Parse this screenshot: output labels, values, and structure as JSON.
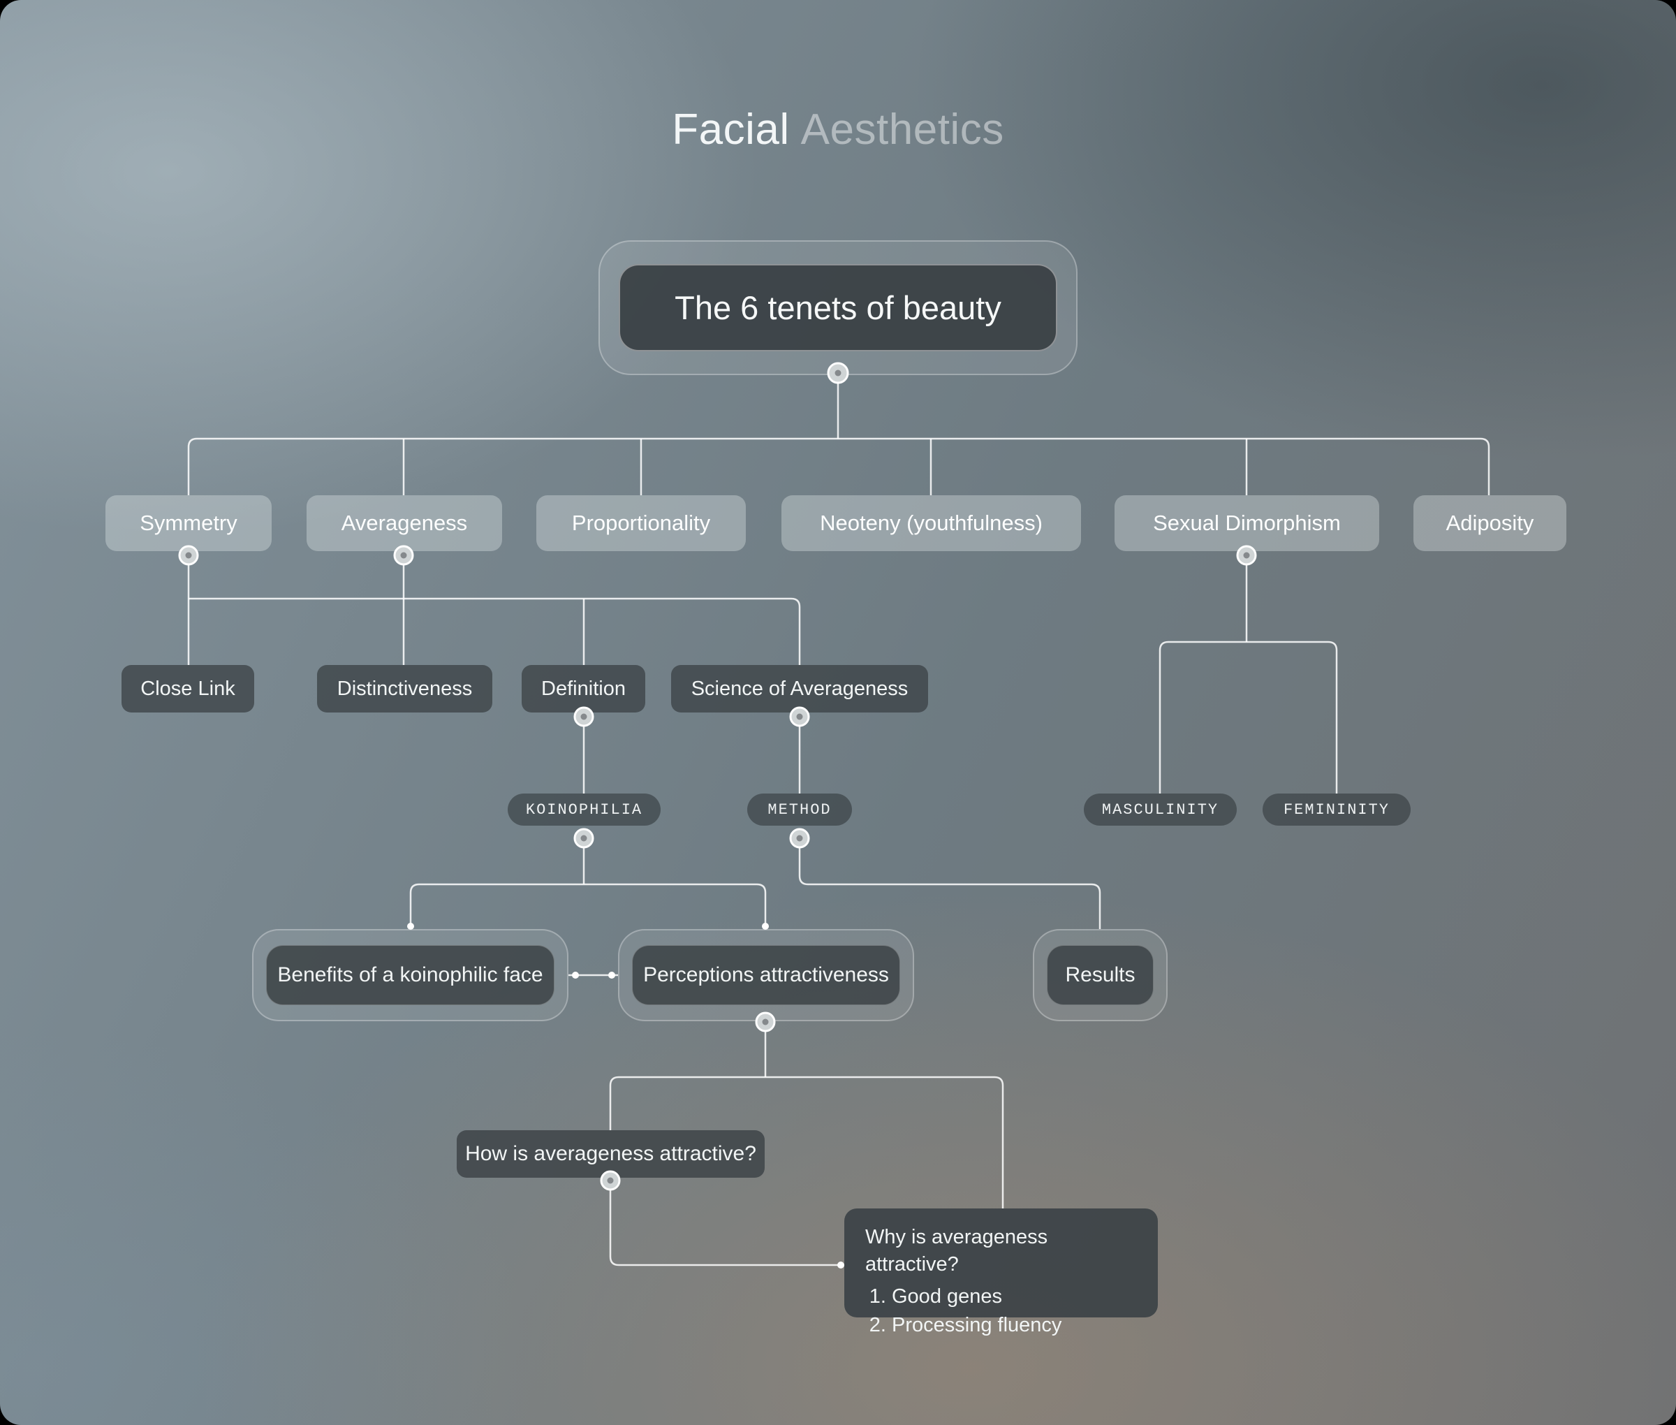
{
  "title": {
    "word1": "Facial",
    "word2": "Aesthetics"
  },
  "root": {
    "label": "The 6 tenets of beauty"
  },
  "tenets": [
    {
      "label": "Symmetry"
    },
    {
      "label": "Averageness"
    },
    {
      "label": "Proportionality"
    },
    {
      "label": "Neoteny (youthfulness)"
    },
    {
      "label": "Sexual Dimorphism"
    },
    {
      "label": "Adiposity"
    }
  ],
  "averageness_branch": [
    {
      "label": "Close Link"
    },
    {
      "label": "Distinctiveness"
    },
    {
      "label": "Definition"
    },
    {
      "label": "Science of Averageness"
    }
  ],
  "tags": {
    "koinophilia": "KOINOPHILIA",
    "method": "METHOD",
    "masculinity": "MASCULINITY",
    "femininity": "FEMININITY"
  },
  "koinophilia_branch": {
    "benefits": "Benefits of a koinophilic face",
    "perceptions": "Perceptions attractiveness"
  },
  "method_branch": {
    "results": "Results"
  },
  "perceptions_branch": {
    "how": "How is averageness attractive?",
    "why_title": "Why is averageness attractive?",
    "why_items": [
      "Good genes",
      "Processing fluency"
    ]
  },
  "colors": {
    "connector": "#ffffff",
    "node_dark": "#3c4347",
    "node_light": "rgba(240,245,246,0.32)",
    "background_top_left": "#8fa2ab",
    "background_bottom": "#8d8076"
  }
}
